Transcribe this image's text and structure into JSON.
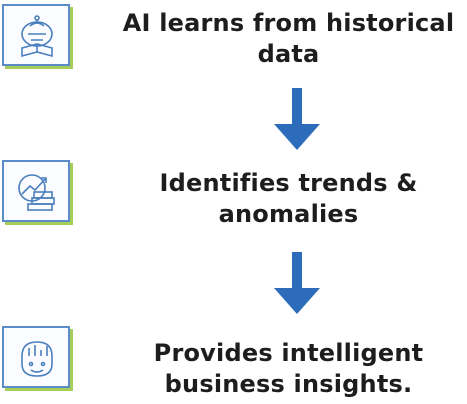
{
  "steps": [
    {
      "line1": "AI learns from historical",
      "line2": "data",
      "icon": "ai-brain-book-icon"
    },
    {
      "line1": "Identifies trends &",
      "line2": "anomalies",
      "icon": "trend-chart-books-icon"
    },
    {
      "line1": "Provides intelligent",
      "line2": "business insights.",
      "icon": "insights-head-chart-icon"
    }
  ],
  "colors": {
    "arrow": "#2c6cbb",
    "icon_border": "#5a8cc8",
    "icon_shadow": "#a6cc5a",
    "text": "#1d1d1d"
  }
}
